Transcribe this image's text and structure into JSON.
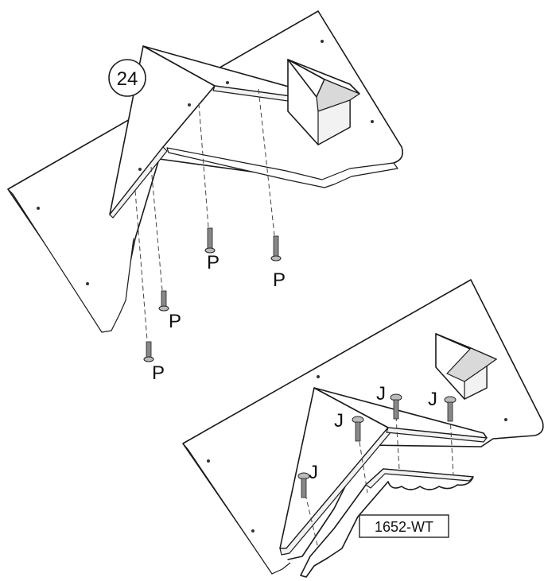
{
  "step_number": "24",
  "part_tag": "1652-WT",
  "fastener_labels": {
    "p1": "P",
    "p2": "P",
    "p3": "P",
    "p4": "P",
    "j1": "J",
    "j2": "J",
    "j3": "J",
    "j4": "J"
  }
}
